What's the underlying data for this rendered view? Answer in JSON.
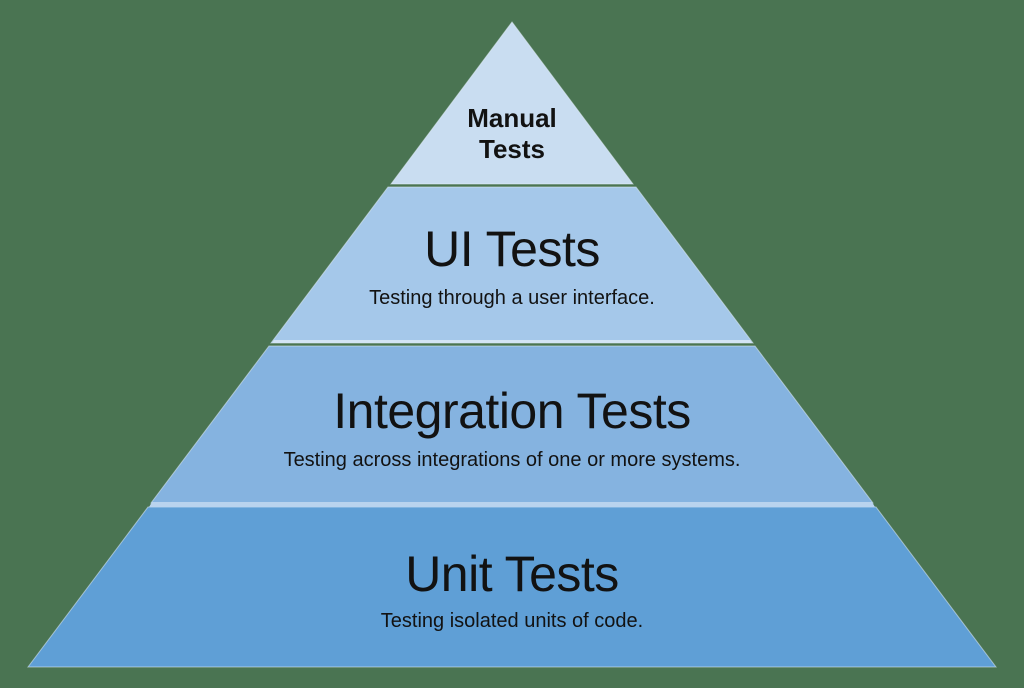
{
  "background_color": "#4a7452",
  "edge_highlight_color": "#e3eef9",
  "separator_light_color": "#b9d3ee",
  "separator_light_color_2": "#d3e4f5",
  "text_color": "#121212",
  "levels": [
    {
      "title": "Manual Tests",
      "title_lines": [
        "Manual",
        "Tests"
      ],
      "subtitle": "",
      "fill": "#c9ddf1"
    },
    {
      "title": "UI Tests",
      "subtitle": "Testing through a user interface.",
      "fill": "#a5c8ea"
    },
    {
      "title": "Integration Tests",
      "subtitle": "Testing across integrations of one or more systems.",
      "fill": "#85b3e0"
    },
    {
      "title": "Unit Tests",
      "subtitle": "Testing isolated units of code.",
      "fill": "#5f9fd6"
    }
  ]
}
